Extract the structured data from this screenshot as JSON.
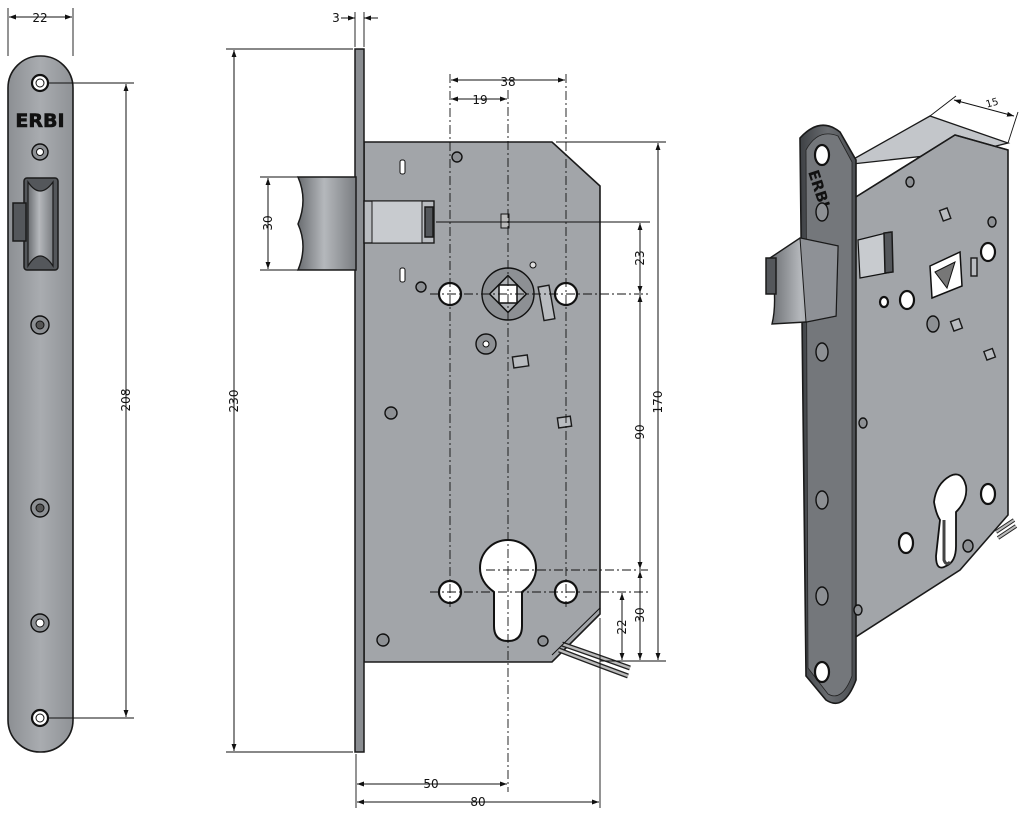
{
  "brand": "ERBI",
  "dimensions": {
    "faceplate_width": "22",
    "faceplate_hole_spacing": "208",
    "faceplate_thickness": "3",
    "overall_height": "230",
    "latch_height": "30",
    "center_distance": "38",
    "half_center_distance": "19",
    "follower_to_latch": "23",
    "case_height": "170",
    "follower_to_cylinder": "90",
    "cylinder_offset": "22",
    "bottom_offset": "30",
    "backset": "50",
    "case_depth": "80",
    "iso_depth": "15"
  }
}
